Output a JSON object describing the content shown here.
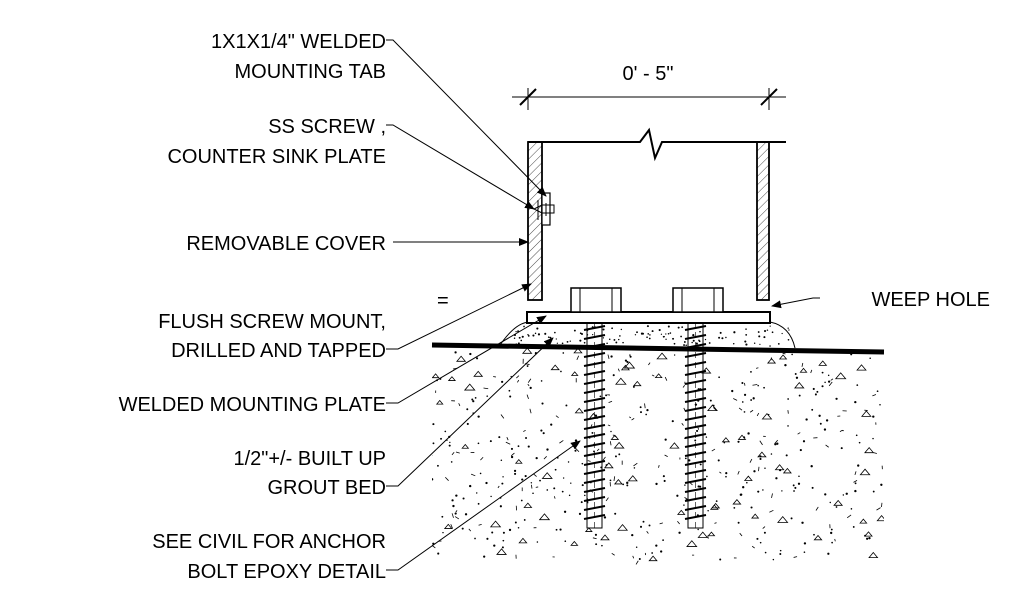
{
  "dimension": {
    "text": "0' - 5\""
  },
  "callouts": {
    "mounting_tab": [
      "1X1X1/4\" WELDED",
      "MOUNTING TAB"
    ],
    "ss_screw": [
      "SS SCREW ,",
      "COUNTER SINK PLATE"
    ],
    "removable_cover": [
      "REMOVABLE COVER"
    ],
    "flush_screw": [
      "FLUSH SCREW MOUNT,",
      "DRILLED AND TAPPED"
    ],
    "mounting_plate": [
      "WELDED MOUNTING PLATE"
    ],
    "grout_bed": [
      "1/2\"+/- BUILT UP",
      "GROUT BED"
    ],
    "anchor_bolt": [
      "SEE CIVIL FOR ANCHOR",
      "BOLT EPOXY DETAIL"
    ],
    "weep_hole": [
      "WEEP HOLE"
    ]
  },
  "equals_mark": "="
}
